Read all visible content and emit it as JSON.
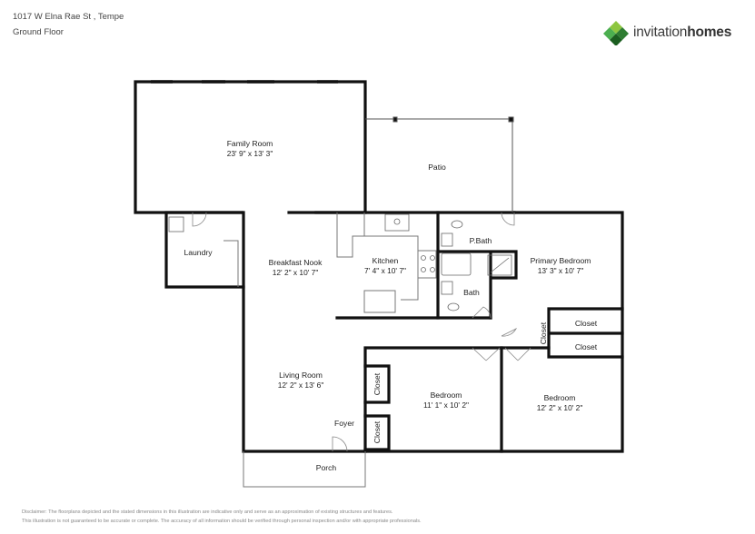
{
  "header": {
    "address": "1017 W Elna Rae St , Tempe",
    "floor": "Ground Floor"
  },
  "logo": {
    "name_light": "invitation",
    "name_bold": "homes",
    "colors": [
      "#8dc63f",
      "#4caf50",
      "#2e7d32",
      "#1b5e20"
    ]
  },
  "rooms": {
    "family_room": {
      "name": "Family Room",
      "dims": "23' 9\" x 13' 3\""
    },
    "patio": {
      "name": "Patio"
    },
    "laundry": {
      "name": "Laundry"
    },
    "breakfast_nook": {
      "name": "Breakfast Nook",
      "dims": "12' 2\" x 10' 7\""
    },
    "kitchen": {
      "name": "Kitchen",
      "dims": "7' 4\" x 10' 7\""
    },
    "pbath": {
      "name": "P.Bath"
    },
    "bath": {
      "name": "Bath"
    },
    "primary_bedroom": {
      "name": "Primary Bedroom",
      "dims": "13' 3\" x 10' 7\""
    },
    "closet_a": {
      "name": "Closet"
    },
    "closet_b": {
      "name": "Closet"
    },
    "closet_c": {
      "name": "Closet"
    },
    "closet_d": {
      "name": "Closet"
    },
    "closet_e": {
      "name": "Closet"
    },
    "living_room": {
      "name": "Living Room",
      "dims": "12' 2\" x 13' 6\""
    },
    "bedroom_1": {
      "name": "Bedroom",
      "dims": "11' 1\" x 10' 2\""
    },
    "bedroom_2": {
      "name": "Bedroom",
      "dims": "12' 2\" x 10' 2\""
    },
    "foyer": {
      "name": "Foyer"
    },
    "porch": {
      "name": "Porch"
    }
  },
  "disclaimer": {
    "line1": "Disclaimer: The floorplans depicted and the stated dimensions in this illustration are indicative only and serve as an approximation of existing structures and features.",
    "line2": "This illustration is not guaranteed to be accurate or complete. The accuracy of all information should be verified through personal inspection and/or with appropriate professionals."
  }
}
